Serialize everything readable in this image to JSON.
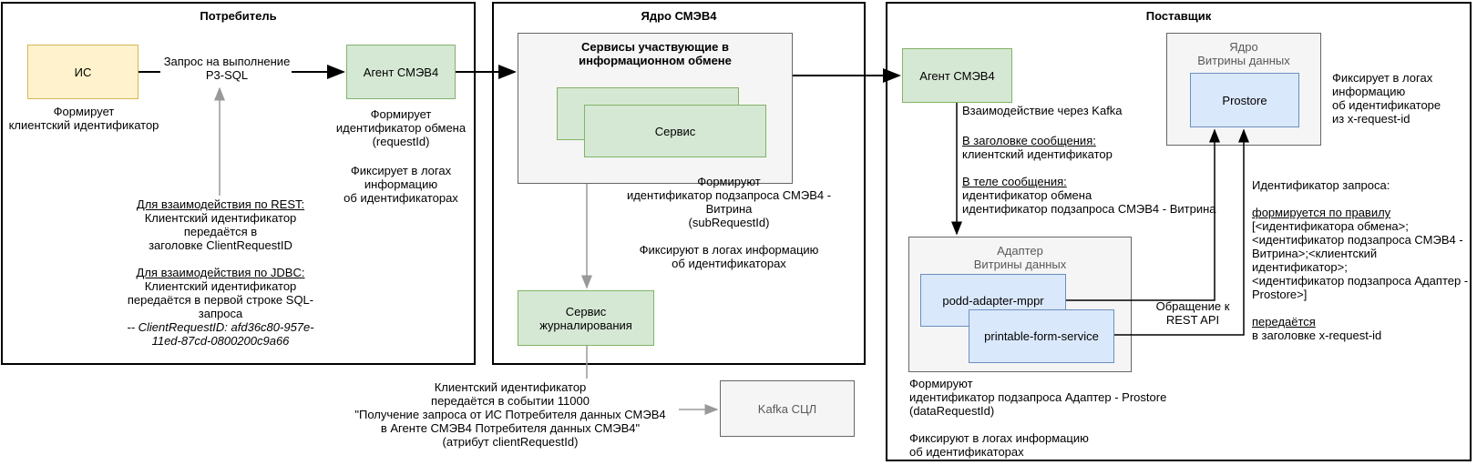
{
  "consumer": {
    "title": "Потребитель",
    "is_label": "ИС",
    "is_note": "Формирует\nклиентский идентификатор",
    "request_label": "Запрос на выполнение\nP3-SQL",
    "agent_label": "Агент СМЭВ4",
    "agent_note_1": "Формирует\nидентификатор обмена\n(requestId)",
    "agent_note_2": "Фиксирует в логах\nинформацию\nоб идентификаторах",
    "rest_heading": "Для взаимодействия по REST:",
    "rest_body": "Клиентский идентификатор\nпередаётся в\nзаголовке ClientRequestID",
    "jdbc_heading": "Для взаимодействия по JDBC:",
    "jdbc_body": "Клиентский идентификатор\nпередаётся в первой строке SQL-\nзапроса",
    "jdbc_example": "-- ClientRequestID: afd36c80-957e-\n11ed-87cd-0800200c9a66"
  },
  "core": {
    "title": "Ядро СМЭВ4",
    "services_title": "Сервисы участвующие в\nинформационном обмене",
    "service_label": "Сервис",
    "services_note_1": "Формируют\nидентификатор подзапроса СМЭВ4 -\nВитрина\n(subRequestId)",
    "services_note_2": "Фиксируют в логах информацию\nоб идентификаторах",
    "journal_label": "Сервис\nжурналирования",
    "event_note": "Клиентский идентификатор\nпередаётся в событии 11000\n\"Получение запроса от ИС Потребителя данных СМЭВ4\nв Агенте СМЭВ4 Потребителя данных СМЭВ4\"\n(атрибут clientRequestId)",
    "kafka_label": "Kafka СЦЛ"
  },
  "provider": {
    "title": "Поставщик",
    "agent_label": "Агент СМЭВ4",
    "kafka_note": "Взаимодействие через Kafka",
    "header_heading": "В заголовке сообщения:",
    "header_body": "клиентский идентификатор",
    "body_heading": "В теле сообщения:",
    "body_body": "идентификатор обмена\nидентификатор подзапроса СМЭВ4 - Витрина",
    "vd_core_title": "Ядро\nВитрины данных",
    "prostore_label": "Prostore",
    "prostore_note": "Фиксирует в логах\nинформацию\nоб идентификаторе\nиз x-request-id",
    "adapter_title": "Адаптер\nВитрины данных",
    "podd_label": "podd-adapter-mppr",
    "pfs_label": "printable-form-service",
    "rest_api_label": "Обращение к\nREST API",
    "request_id_title": "Идентификатор запроса:",
    "rule_heading": "формируется по правилу",
    "rule_body": "[<идентификатора обмена>;\n<идентификатор подзапроса СМЭВ4 -\nВитрина>;<клиентский идентификатор>;\n<идентификатор подзапроса Адаптер -\nProstore>]",
    "pass_heading": "передаётся",
    "pass_body": "в заголовке x-request-id",
    "adapter_note_1": "Формируют\nидентификатор подзапроса Адаптер - Prostore\n(dataRequestId)",
    "adapter_note_2": "Фиксируют в логах информацию\nоб идентификаторах"
  },
  "colors": {
    "yellow_fill": "#FFF2CC",
    "yellow_border": "#D6B656",
    "green_fill": "#D5E8D4",
    "green_border": "#82B366",
    "blue_fill": "#DAE8FC",
    "blue_border": "#6C8EBF",
    "gray_fill": "#F5F5F5",
    "gray_border": "#666666",
    "line_black": "#000000",
    "line_gray": "#999999"
  }
}
